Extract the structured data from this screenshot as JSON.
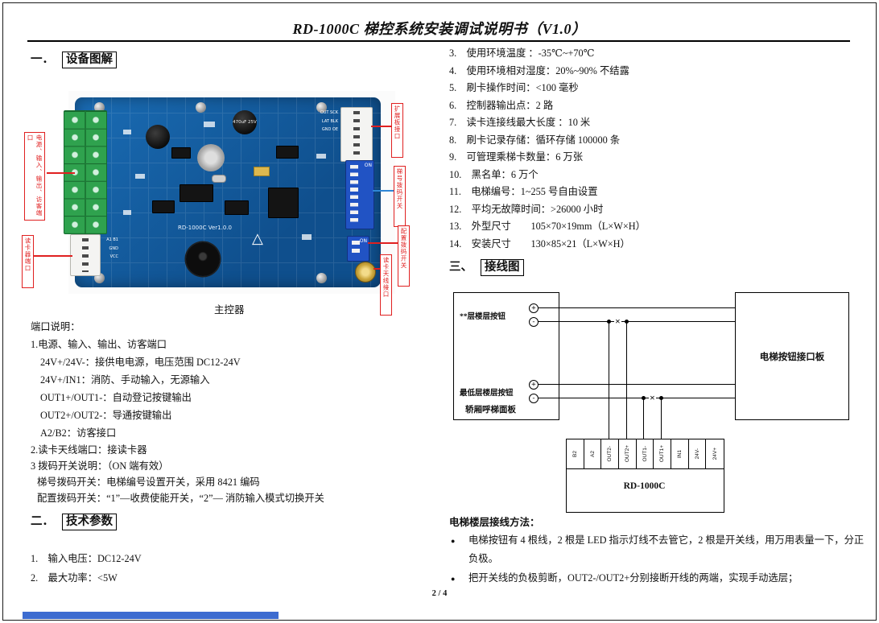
{
  "doc": {
    "title": "RD-1000C 梯控系统安装调试说明书（V1.0）",
    "page_number": "2 / 4"
  },
  "colors": {
    "callout_red": "#e02020",
    "callout_blue": "#2e86d6",
    "pcb_blue": "#12589b",
    "terminal_green": "#2fa24e",
    "footer_bar_blue": "#3d6cd0"
  },
  "section1": {
    "num": "一．",
    "title": "设备图解",
    "caption": "主控器",
    "board": {
      "model": "RD-1000C Ver1.0.0",
      "cap_label": "470uF 25V",
      "dip_on": "ON",
      "ext_pins": "OUT SCK LAT BLK GND OE",
      "reader_pins": "A1 B1 GND VCC"
    },
    "callouts": {
      "power_io": "电源、输入、输出、访客端口",
      "reader_port": "读卡器端口",
      "ext_port": "扩展板接口",
      "dip_elevator": "梯号拨码开关",
      "dip_config": "配置拨码开关",
      "antenna_port": "读卡天线接口"
    },
    "ports_title": "端口说明：",
    "ports": [
      "1.电源、输入、输出、访客端口",
      "24V+/24V-：接供电电源，电压范围 DC12-24V",
      "24V+/IN1：消防、手动输入，无源输入",
      "OUT1+/OUT1-：自动登记按键输出",
      "OUT2+/OUT2-：导通按键输出",
      "A2/B2：访客接口",
      "2.读卡天线端口：接读卡器",
      "3 拨码开关说明：（ON 端有效）",
      "梯号拨码开关：电梯编号设置开关，采用 8421 编码",
      "配置拨码开关：“1”—收费使能开关，“2”— 消防输入模式切换开关"
    ]
  },
  "section2": {
    "num": "二．",
    "title": "技术参数"
  },
  "specs": [
    "1.　输入电压：DC12-24V",
    "2.　最大功率：<5W",
    "3.　使用环境温度 ：-35℃~+70℃",
    "4.　使用环境相对湿度：20%~90% 不结露",
    "5.　刷卡操作时间：<100 毫秒",
    "6.　控制器输出点：2 路",
    "7.　读卡连接线最大长度 ：10 米",
    "8.　刷卡记录存储：循环存储 100000 条",
    "9.　可管理乘梯卡数量：6 万张",
    "10.　黑名单：6 万个",
    "11.　电梯编号：1~255 号自由设置",
    "12.　平均无故障时间：>26000 小时",
    "13.　外型尺寸　　105×70×19mm（L×W×H）",
    "14.　安装尺寸　　130×85×21（L×W×H）"
  ],
  "section3": {
    "num": "三、",
    "title": "接线图"
  },
  "wiring": {
    "top_button": "**层楼层按钮",
    "bottom_button": "最低层楼层按钮",
    "car_panel": "轿厢呼梯面板",
    "interface_board": "电梯按钮接口板",
    "controller": "RD-1000C",
    "terminals": [
      "B2",
      "A2",
      "OUT2-",
      "OUT2+",
      "OUT1-",
      "OUT1+",
      "IN1",
      "24V-",
      "24V+"
    ],
    "plus": "+",
    "minus": "-",
    "cut": "×",
    "method_title": "电梯楼层接线方法：",
    "methods": [
      "电梯按钮有 4 根线，2 根是 LED 指示灯线不去管它，2 根是开关线，用万用表量一下，分正负极。",
      "把开关线的负极剪断，OUT2-/OUT2+分别接断开线的两端，实现手动选层；"
    ]
  }
}
